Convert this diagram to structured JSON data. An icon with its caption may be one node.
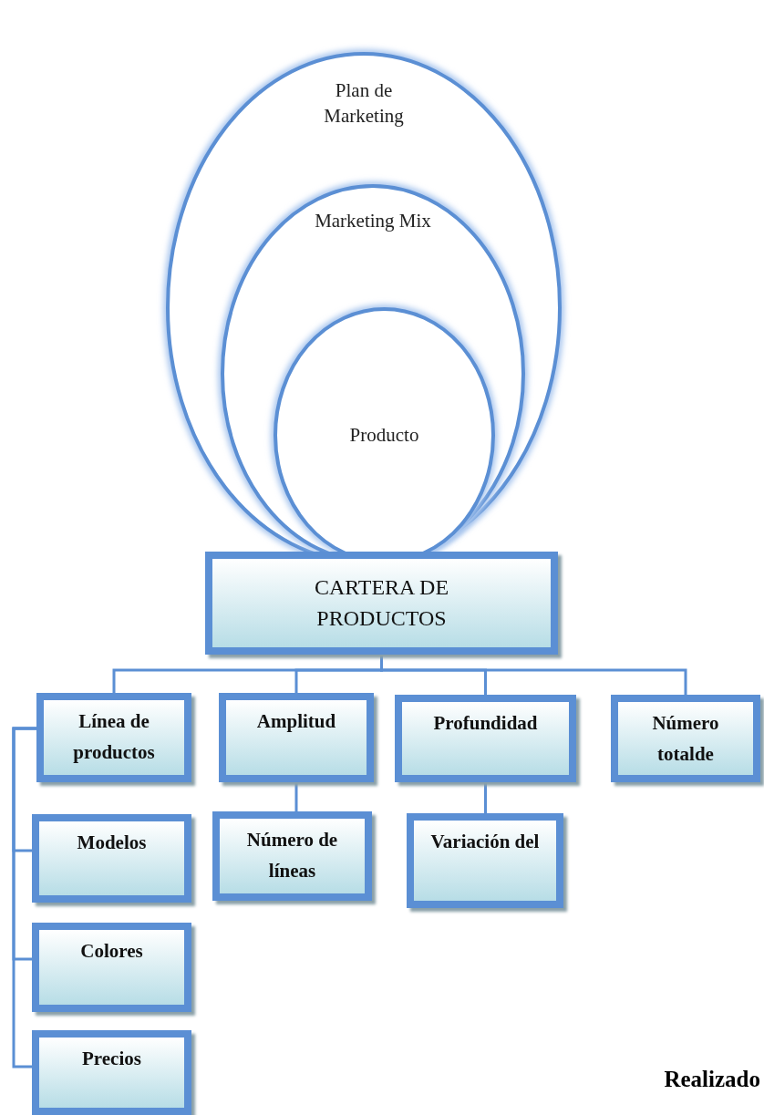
{
  "diagram": {
    "nodes": [
      {
        "text": [
          "Plan de Marketing"
        ]
      },
      {
        "text": [
          "Marketing Mix"
        ],
        "in": 0
      },
      {
        "text": [
          "Producto"
        ],
        "in": 1
      },
      {
        "text": [
          "CARTERA DE PRODUCTOS"
        ]
      },
      {
        "text": [
          "Línea de productos"
        ]
      },
      {
        "text": [
          "Amplitud"
        ]
      },
      {
        "text": [
          "Profundidad"
        ]
      },
      {
        "text": [
          "Número totalde"
        ]
      },
      {
        "text": [
          "Modelos"
        ]
      },
      {
        "text": [
          "Número de líneas"
        ]
      },
      {
        "text": [
          "Variación del"
        ]
      },
      {
        "text": [
          "Colores"
        ]
      },
      {
        "text": [
          "Precios"
        ]
      }
    ],
    "edges": [
      {
        "from": 3,
        "to": 4,
        "arrow": "none"
      },
      {
        "from": 3,
        "to": 5,
        "arrow": "none"
      },
      {
        "from": 3,
        "to": 6,
        "arrow": "none"
      },
      {
        "from": 3,
        "to": 7,
        "arrow": "none"
      },
      {
        "from": 4,
        "to": 8,
        "arrow": "none"
      },
      {
        "from": 4,
        "to": 11,
        "arrow": "none"
      },
      {
        "from": 4,
        "to": 12,
        "arrow": "none"
      },
      {
        "from": 5,
        "to": 9,
        "arrow": "none"
      },
      {
        "from": 6,
        "to": 10,
        "arrow": "none"
      }
    ],
    "labels": [
      "Realizado"
    ]
  }
}
